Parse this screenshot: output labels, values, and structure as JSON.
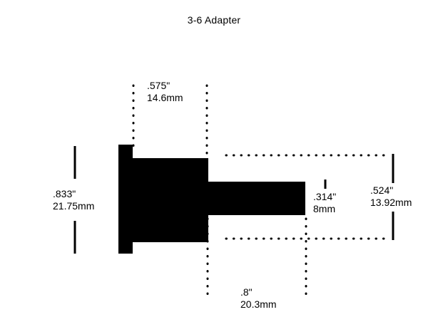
{
  "title": "3-6 Adapter",
  "colors": {
    "part": "#000000",
    "background": "#ffffff",
    "dimension": "#000000"
  },
  "dimensions": {
    "width_top": {
      "inches": ".575\"",
      "mm": "14.6mm"
    },
    "height_left": {
      "inches": ".833\"",
      "mm": "21.75mm"
    },
    "shaft_diameter": {
      "inches": ".314\"",
      "mm": "8mm"
    },
    "shaft_length": {
      "inches": ".524\"",
      "mm": "13.92mm"
    },
    "length_bottom": {
      "inches": ".8\"",
      "mm": "20.3mm"
    }
  },
  "chart_data": {
    "type": "diagram",
    "title": "3-6 Adapter",
    "subject": "mechanical adapter part cross-section / side profile",
    "measurements": [
      {
        "name": "flange-width",
        "inches": 0.575,
        "mm": 14.6,
        "label_inches": ".575\"",
        "label_mm": "14.6mm",
        "position": "top"
      },
      {
        "name": "flange-height",
        "inches": 0.833,
        "mm": 21.75,
        "label_inches": ".833\"",
        "label_mm": "21.75mm",
        "position": "left"
      },
      {
        "name": "shaft-diameter",
        "inches": 0.314,
        "mm": 8,
        "label_inches": ".314\"",
        "label_mm": "8mm",
        "position": "right-inner"
      },
      {
        "name": "shaft-length",
        "inches": 0.524,
        "mm": 13.92,
        "label_inches": ".524\"",
        "label_mm": "13.92mm",
        "position": "right-outer"
      },
      {
        "name": "overall-length",
        "inches": 0.8,
        "mm": 20.3,
        "label_inches": ".8\"",
        "label_mm": "20.3mm",
        "position": "bottom"
      }
    ]
  }
}
